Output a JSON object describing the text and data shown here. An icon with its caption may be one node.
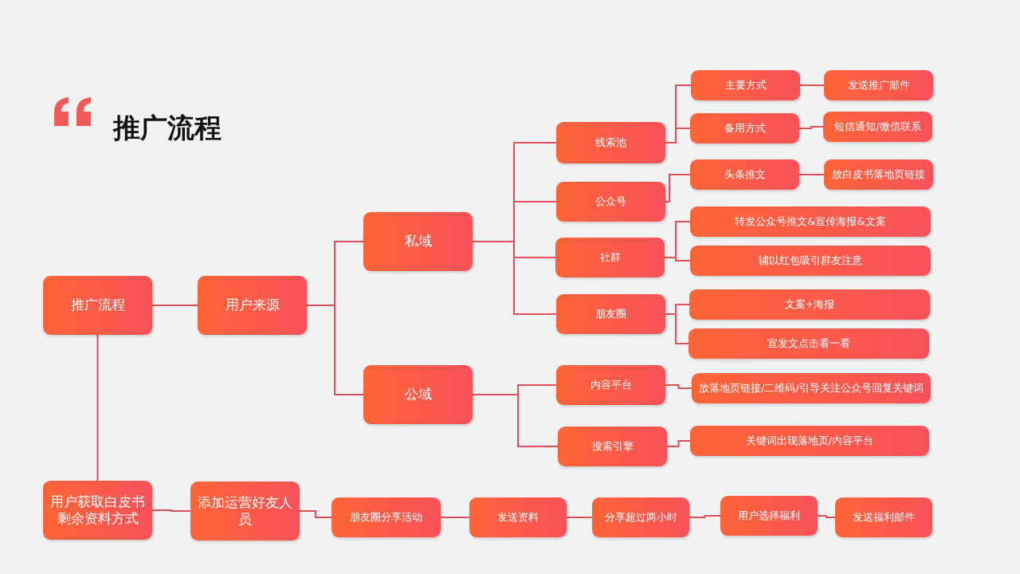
{
  "diagram": {
    "title": "推广流程",
    "nodes": [
      {
        "text": [
          "推广流程"
        ]
      },
      {
        "text": [
          "用户来源"
        ]
      },
      {
        "text": [
          "私域"
        ]
      },
      {
        "text": [
          "公域"
        ]
      },
      {
        "text": [
          "线索池"
        ]
      },
      {
        "text": [
          "公众号"
        ]
      },
      {
        "text": [
          "社群"
        ]
      },
      {
        "text": [
          "朋友圈"
        ]
      },
      {
        "text": [
          "内容平台"
        ]
      },
      {
        "text": [
          "搜索引擎"
        ]
      },
      {
        "text": [
          "主要方式"
        ]
      },
      {
        "text": [
          "发送推广邮件"
        ]
      },
      {
        "text": [
          "备用方式"
        ]
      },
      {
        "text": [
          "短信通知/微信联系"
        ]
      },
      {
        "text": [
          "头条推文"
        ]
      },
      {
        "text": [
          "放白皮书落地页链接"
        ]
      },
      {
        "text": [
          "转发公众号推文&宣传海报&文案"
        ]
      },
      {
        "text": [
          "辅以红包吸引群友注意"
        ]
      },
      {
        "text": [
          "文案+海报"
        ]
      },
      {
        "text": [
          "宣发文点击看一看"
        ]
      },
      {
        "text": [
          "放落地页链接/二维码/引导关注公众号回复关键词"
        ]
      },
      {
        "text": [
          "关键词出现落地页/内容平台"
        ]
      },
      {
        "text": [
          "用户获取白皮书剩余资料方式"
        ]
      },
      {
        "text": [
          "添加运营好友人员"
        ]
      },
      {
        "text": [
          "朋友圈分享活动"
        ]
      },
      {
        "text": [
          "发送资料"
        ]
      },
      {
        "text": [
          "分享超过两小时"
        ]
      },
      {
        "text": [
          "用户选择福利"
        ]
      },
      {
        "text": [
          "发送福利邮件"
        ]
      }
    ],
    "edges": [
      {
        "from": 0,
        "to": 1,
        "arrow": "none"
      },
      {
        "from": 1,
        "to": 2,
        "arrow": "none"
      },
      {
        "from": 1,
        "to": 3,
        "arrow": "none"
      },
      {
        "from": 2,
        "to": 4,
        "arrow": "none"
      },
      {
        "from": 2,
        "to": 5,
        "arrow": "none"
      },
      {
        "from": 2,
        "to": 6,
        "arrow": "none"
      },
      {
        "from": 2,
        "to": 7,
        "arrow": "none"
      },
      {
        "from": 3,
        "to": 8,
        "arrow": "none"
      },
      {
        "from": 3,
        "to": 9,
        "arrow": "none"
      },
      {
        "from": 4,
        "to": 10,
        "arrow": "none"
      },
      {
        "from": 4,
        "to": 12,
        "arrow": "none"
      },
      {
        "from": 10,
        "to": 11,
        "arrow": "none"
      },
      {
        "from": 12,
        "to": 13,
        "arrow": "none"
      },
      {
        "from": 5,
        "to": 14,
        "arrow": "none"
      },
      {
        "from": 14,
        "to": 15,
        "arrow": "none"
      },
      {
        "from": 6,
        "to": 16,
        "arrow": "none"
      },
      {
        "from": 6,
        "to": 17,
        "arrow": "none"
      },
      {
        "from": 7,
        "to": 18,
        "arrow": "none"
      },
      {
        "from": 7,
        "to": 19,
        "arrow": "none"
      },
      {
        "from": 8,
        "to": 20,
        "arrow": "none"
      },
      {
        "from": 9,
        "to": 21,
        "arrow": "none"
      },
      {
        "from": 0,
        "to": 22,
        "arrow": "none"
      },
      {
        "from": 22,
        "to": 23,
        "arrow": "none"
      },
      {
        "from": 23,
        "to": 24,
        "arrow": "none"
      },
      {
        "from": 24,
        "to": 25,
        "arrow": "none"
      },
      {
        "from": 25,
        "to": 26,
        "arrow": "none"
      },
      {
        "from": 26,
        "to": 27,
        "arrow": "none"
      },
      {
        "from": 27,
        "to": 28,
        "arrow": "none"
      }
    ]
  }
}
